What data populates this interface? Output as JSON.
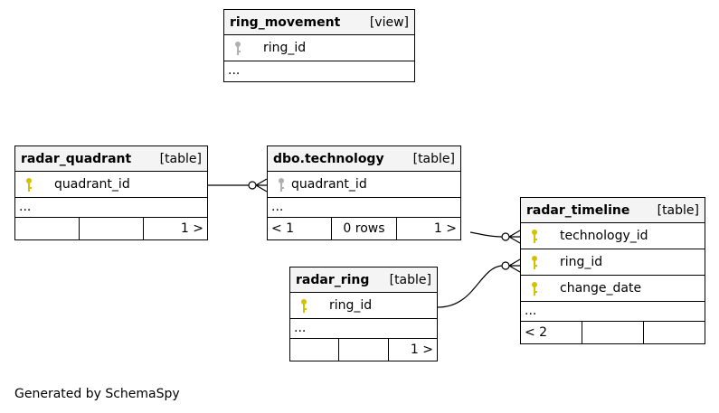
{
  "tables": {
    "ring_movement": {
      "name": "ring_movement",
      "kind": "[view]",
      "columns": [
        "ring_id"
      ],
      "ellipsis": "..."
    },
    "radar_quadrant": {
      "name": "radar_quadrant",
      "kind": "[table]",
      "columns": [
        "quadrant_id"
      ],
      "ellipsis": "...",
      "footer": [
        "",
        "",
        "1 >"
      ]
    },
    "technology": {
      "name": "dbo.technology",
      "kind": "[table]",
      "columns": [
        "quadrant_id"
      ],
      "ellipsis": "...",
      "footer": [
        "< 1",
        "0 rows",
        "1 >"
      ]
    },
    "radar_timeline": {
      "name": "radar_timeline",
      "kind": "[table]",
      "columns": [
        "technology_id",
        "ring_id",
        "change_date"
      ],
      "ellipsis": "...",
      "footer": [
        "< 2",
        "",
        ""
      ]
    },
    "radar_ring": {
      "name": "radar_ring",
      "kind": "[table]",
      "columns": [
        "ring_id"
      ],
      "ellipsis": "...",
      "footer": [
        "",
        "",
        "1 >"
      ]
    }
  },
  "generated_by": "Generated by SchemaSpy",
  "colors": {
    "pk_key": "#d4c200",
    "fk_key": "#b0b0b0",
    "header_bg": "#f4f4f4"
  }
}
